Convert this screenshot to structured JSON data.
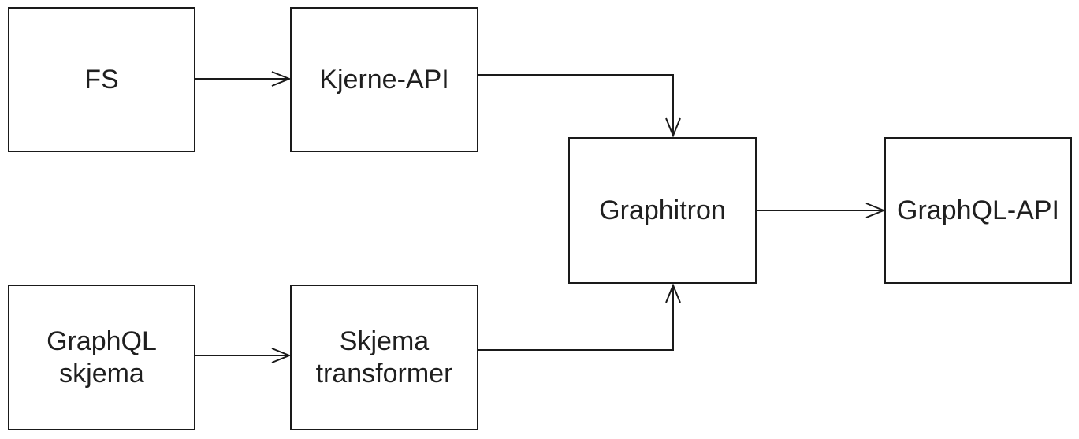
{
  "canvas": {
    "background": "#ffffff"
  },
  "colors": {
    "node_border": "#1a1a1a",
    "node_fill": "#ffffff",
    "edge_stroke": "#1a1a1a",
    "text": "#1f1f1f"
  },
  "nodes": {
    "fs": {
      "label": "FS"
    },
    "kjerne_api": {
      "label": "Kjerne-API"
    },
    "graphql_skjema": {
      "label": "GraphQL\nskjema"
    },
    "skjema_transformer": {
      "label": "Skjema\ntransformer"
    },
    "graphitron": {
      "label": "Graphitron"
    },
    "graphql_api": {
      "label": "GraphQL-API"
    }
  },
  "edges": [
    {
      "from": "FS",
      "to": "Kjerne-API",
      "style": "open-arrow"
    },
    {
      "from": "Kjerne-API",
      "to": "Graphitron",
      "style": "open-arrow"
    },
    {
      "from": "GraphQL skjema",
      "to": "Skjema transformer",
      "style": "open-arrow"
    },
    {
      "from": "Skjema transformer",
      "to": "Graphitron",
      "style": "open-arrow"
    },
    {
      "from": "Graphitron",
      "to": "GraphQL-API",
      "style": "open-arrow"
    }
  ]
}
